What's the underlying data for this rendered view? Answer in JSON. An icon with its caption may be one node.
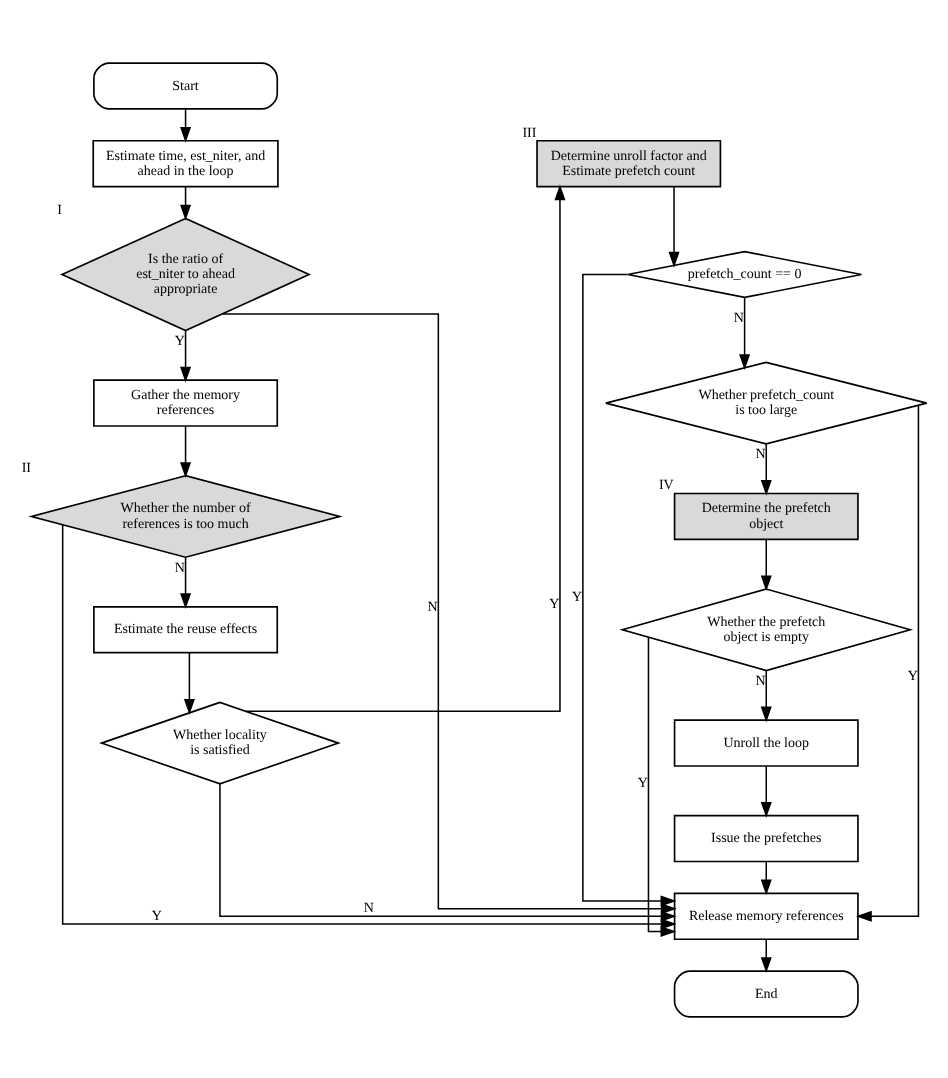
{
  "diagram": {
    "nodes": [
      {
        "text": [
          "Start"
        ]
      },
      {
        "text": [
          "Estimate time, est_niter, and ahead in the loop"
        ]
      },
      {
        "text": [
          "Is the ratio of est_niter to ahead appropriate"
        ],
        "beside": [
          "I"
        ]
      },
      {
        "text": [
          "Gather the memory references"
        ]
      },
      {
        "text": [
          "Whether the number of references is too much"
        ],
        "beside": [
          "II"
        ]
      },
      {
        "text": [
          "Estimate the reuse effects"
        ]
      },
      {
        "text": [
          "Whether locality is satisfied"
        ]
      },
      {
        "text": [
          "Determine unroll factor and Estimate prefetch count"
        ],
        "beside": [
          "III"
        ]
      },
      {
        "text": [
          "prefetch_count == 0"
        ]
      },
      {
        "text": [
          "Whether prefetch_count is too large"
        ]
      },
      {
        "text": [
          "Determine the prefetch object"
        ],
        "beside": [
          "IV"
        ]
      },
      {
        "text": [
          "Whether the prefetch object is empty"
        ]
      },
      {
        "text": [
          "Unroll the loop"
        ]
      },
      {
        "text": [
          "Issue the prefetches"
        ]
      },
      {
        "text": [
          "Release memory references"
        ]
      },
      {
        "text": [
          "End"
        ]
      }
    ],
    "edges": [
      {
        "from": 0,
        "to": 1,
        "arrow": "to"
      },
      {
        "from": 1,
        "to": 2,
        "arrow": "to"
      },
      {
        "from": 2,
        "to": 3,
        "arrow": "to",
        "label": "Y"
      },
      {
        "from": 2,
        "to": 14,
        "arrow": "to",
        "label": "N"
      },
      {
        "from": 3,
        "to": 4,
        "arrow": "to"
      },
      {
        "from": 4,
        "to": 14,
        "arrow": "to",
        "label": "Y"
      },
      {
        "from": 4,
        "to": 5,
        "arrow": "to",
        "label": "N"
      },
      {
        "from": 5,
        "to": 6,
        "arrow": "to"
      },
      {
        "from": 6,
        "to": 14,
        "arrow": "to",
        "label": "N"
      },
      {
        "from": 6,
        "to": 7,
        "arrow": "to",
        "label": "Y"
      },
      {
        "from": 7,
        "to": 8,
        "arrow": "to"
      },
      {
        "from": 8,
        "to": 14,
        "arrow": "to",
        "label": "Y"
      },
      {
        "from": 8,
        "to": 9,
        "arrow": "to",
        "label": "N"
      },
      {
        "from": 9,
        "to": 14,
        "arrow": "to",
        "label": "Y"
      },
      {
        "from": 9,
        "to": 10,
        "arrow": "to",
        "label": "N"
      },
      {
        "from": 10,
        "to": 11,
        "arrow": "to"
      },
      {
        "from": 11,
        "to": 14,
        "arrow": "to",
        "label": "Y"
      },
      {
        "from": 11,
        "to": 12,
        "arrow": "to",
        "label": "N"
      },
      {
        "from": 12,
        "to": 13,
        "arrow": "to"
      },
      {
        "from": 13,
        "to": 14,
        "arrow": "to"
      },
      {
        "from": 14,
        "to": 15,
        "arrow": "to"
      }
    ]
  }
}
